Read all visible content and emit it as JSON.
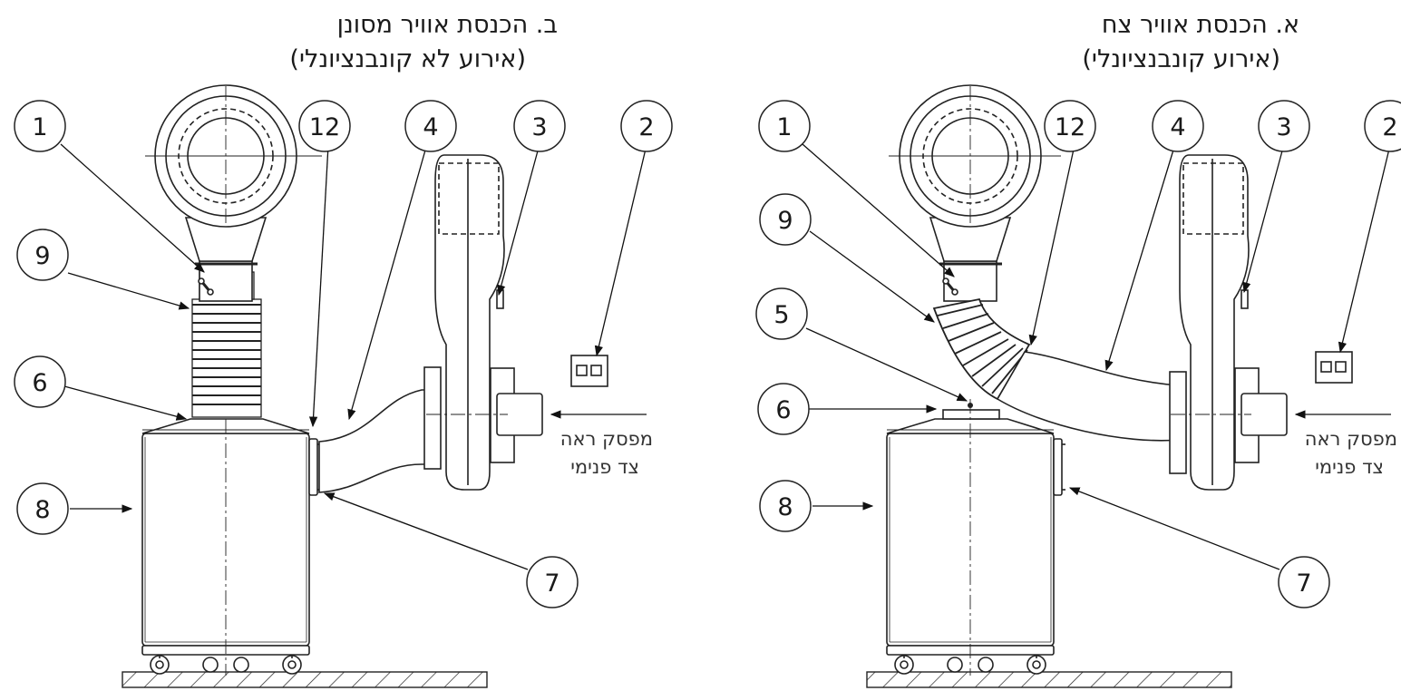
{
  "panels": [
    {
      "id": "b",
      "title_line1": "ב. הכנסת אוויר מסונן",
      "title_line2": "(אירוע לא קונבנציונלי)",
      "switch_line1": "מפסק ראה",
      "switch_line2": "צד פנימי",
      "callouts": [
        "1",
        "12",
        "4",
        "3",
        "2",
        "9",
        "6",
        "8",
        "7"
      ]
    },
    {
      "id": "a",
      "title_line1": "א. הכנסת אוויר צח",
      "title_line2": "(אירוע קונבנציונלי)",
      "switch_line1": "מפסק ראה",
      "switch_line2": "צד פנימי",
      "callouts": [
        "1",
        "12",
        "4",
        "3",
        "2",
        "9",
        "5",
        "6",
        "8",
        "7"
      ]
    }
  ]
}
